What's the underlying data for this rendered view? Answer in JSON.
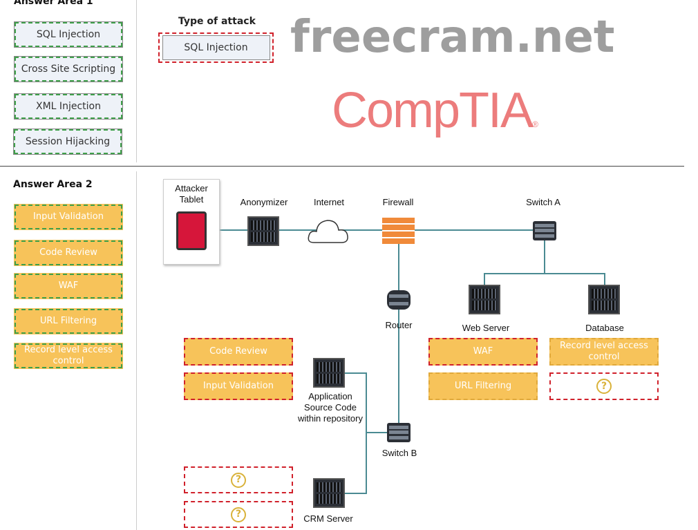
{
  "area1": {
    "title": "Answer Area 1",
    "options": [
      "SQL Injection",
      "Cross Site Scripting",
      "XML Injection",
      "Session Hijacking"
    ],
    "target_label": "Type of attack",
    "target_value": "SQL Injection"
  },
  "area2": {
    "title": "Answer Area 2",
    "options": [
      "Input Validation",
      "Code Review",
      "WAF",
      "URL Filtering",
      "Record level access control"
    ],
    "nodes": {
      "attacker": "Attacker Tablet",
      "anonymizer": "Anonymizer",
      "internet": "Internet",
      "firewall": "Firewall",
      "switch_a": "Switch A",
      "router": "Router",
      "web_server": "Web Server",
      "database": "Database",
      "app_source": "Application Source Code within repository",
      "switch_b": "Switch B",
      "crm": "CRM Server"
    },
    "web_server_slots": [
      "WAF",
      "URL Filtering"
    ],
    "database_slots": [
      "Record level access control",
      "?"
    ],
    "app_slots": [
      "Code Review",
      "Input Validation"
    ],
    "crm_slots": [
      "?",
      "?"
    ]
  },
  "watermarks": {
    "site": "freecram.net",
    "logo": "CompTIA",
    "reg": "®"
  },
  "colors": {
    "orange": "#f7c35a",
    "green_dash": "#3fa04a",
    "red_dash": "#d0202a",
    "line": "#4a8a92"
  }
}
